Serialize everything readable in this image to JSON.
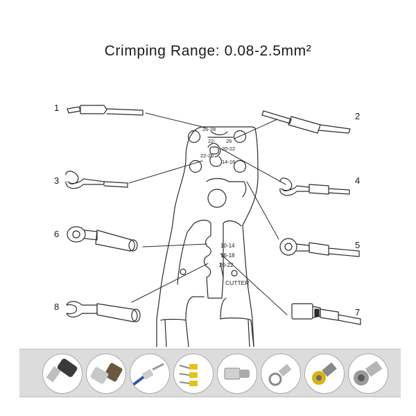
{
  "title": "Crimping Range: 0.08-2.5mm²",
  "callouts": [
    "1",
    "2",
    "3",
    "4",
    "5",
    "6",
    "7",
    "8"
  ],
  "jaw_labels": {
    "a": "26-28",
    "b": "22-",
    "c": "26",
    "d": "20-22",
    "e": "22-26",
    "f": "14-16",
    "g": "10-14",
    "h": "16-18",
    "i": "20-22",
    "j": "CUTTER"
  },
  "thumbnails": [
    {
      "name": "ferrule-terminal-icon"
    },
    {
      "name": "insulated-terminal-icon"
    },
    {
      "name": "fork-terminal-blue-icon"
    },
    {
      "name": "yellow-spade-terminals-icon"
    },
    {
      "name": "flat-female-terminal-icon"
    },
    {
      "name": "ring-terminal-icon"
    },
    {
      "name": "yellow-connector-icon"
    },
    {
      "name": "bnc-connector-icon"
    }
  ]
}
